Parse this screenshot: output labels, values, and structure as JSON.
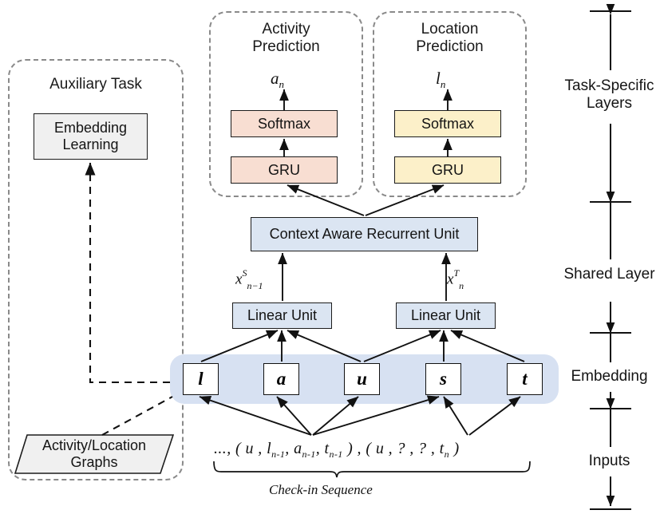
{
  "diagram": {
    "title": "Multi-task check-in prediction architecture",
    "colors": {
      "activity_fill": "#f8ded2",
      "location_fill": "#fcf0c9",
      "shared_fill": "#dbe5f2",
      "embedding_band_fill": "#d7e1f2",
      "aux_fill": "#f0f0f0",
      "group_border": "#8a8a8a",
      "stroke": "#1c1c1c"
    }
  },
  "groups": {
    "activity": {
      "title": "Activity\nPrediction",
      "title_line1": "Activity",
      "title_line2": "Prediction"
    },
    "location": {
      "title": "Location\nPrediction",
      "title_line1": "Location",
      "title_line2": "Prediction"
    },
    "auxiliary": {
      "title": "Auxiliary Task"
    }
  },
  "activity_branch": {
    "output_label": "a",
    "output_sub": "n",
    "softmax": "Softmax",
    "gru": "GRU"
  },
  "location_branch": {
    "output_label": "l",
    "output_sub": "n",
    "softmax": "Softmax",
    "gru": "GRU"
  },
  "shared": {
    "caru": "Context Aware Recurrent Unit",
    "linear_left": "Linear Unit",
    "linear_right": "Linear Unit",
    "left_signal": {
      "base": "x",
      "sup": "S",
      "sub": "n−1"
    },
    "right_signal": {
      "base": "x",
      "sup": "T",
      "sub": "n"
    }
  },
  "auxiliary": {
    "embedding_learning_line1": "Embedding",
    "embedding_learning_line2": "Learning",
    "graphs_line1": "Activity/Location",
    "graphs_line2": "Graphs"
  },
  "embedding": {
    "tokens": [
      "l",
      "a",
      "u",
      "s",
      "t"
    ]
  },
  "inputs": {
    "sequence_text": "..., ( u ,  l",
    "sequence_full": "..., ( u , lₙ₋₁, aₙ₋₁, tₙ₋₁ ) , ( u , ? , ? , tₙ )",
    "parts": {
      "p1": "...,",
      "p2": "( u ,",
      "p3": "l",
      "p3sub": "n-1",
      "p4": ",",
      "p5": "a",
      "p5sub": "n-1",
      "p6": ",",
      "p7": "t",
      "p7sub": "n-1",
      "p8": ") ,",
      "p9": "( u ,",
      "p10": "? ,",
      "p11": "? ,",
      "p12": "t",
      "p12sub": "n",
      "p13": ")"
    },
    "caption": "Check-in Sequence"
  },
  "axis": {
    "labels": [
      {
        "line1": "Task-Specific",
        "line2": "Layers"
      },
      {
        "line1": "Shared Layer",
        "line2": ""
      },
      {
        "line1": "Embedding",
        "line2": ""
      },
      {
        "line1": "Inputs",
        "line2": ""
      }
    ]
  }
}
